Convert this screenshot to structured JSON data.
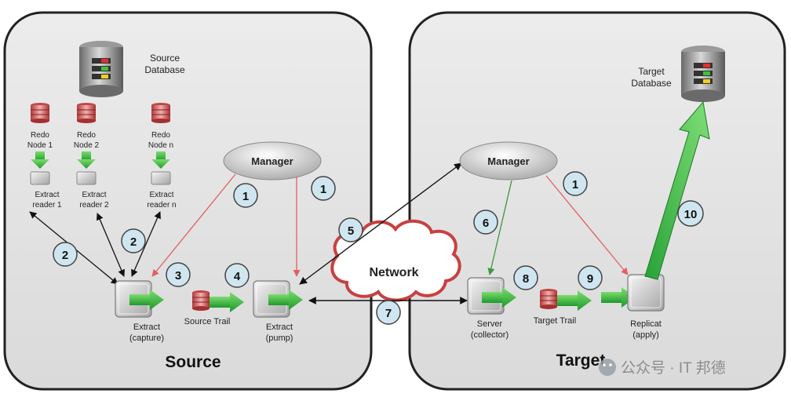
{
  "source": {
    "title": "Source",
    "database_label": [
      "Source",
      "Database"
    ],
    "redo_nodes": [
      {
        "label": [
          "Redo",
          "Node 1"
        ],
        "reader": [
          "Extract",
          "reader 1"
        ]
      },
      {
        "label": [
          "Redo",
          "Node 2"
        ],
        "reader": [
          "Extract",
          "reader 2"
        ]
      },
      {
        "label": [
          "Redo",
          "Node n"
        ],
        "reader": [
          "Extract",
          "reader n"
        ]
      }
    ],
    "manager_label": "Manager",
    "extract_capture": [
      "Extract",
      "(capture)"
    ],
    "source_trail": "Source Trail",
    "extract_pump": [
      "Extract",
      "(pump)"
    ]
  },
  "network_label": "Network",
  "target": {
    "title": "Target",
    "database_label": [
      "Target",
      "Database"
    ],
    "manager_label": "Manager",
    "server": [
      "Server",
      "(collector)"
    ],
    "target_trail": "Target Trail",
    "replicat": [
      "Replicat",
      "(apply)"
    ]
  },
  "steps": {
    "s2a": "2",
    "s2b": "2",
    "s1a": "1",
    "s1b": "1",
    "s3": "3",
    "s4": "4",
    "s5": "5",
    "s6": "6",
    "s7": "7",
    "s8": "8",
    "s9": "9",
    "s1c": "1",
    "s10": "10"
  },
  "watermark": "公众号 · IT 邦德",
  "colors": {
    "panel_fill": "#e4e4e4",
    "panel_stroke": "#222222",
    "flow_green": "#3db33d",
    "red_arrow": "#e06060",
    "green_line": "#3a9a3a",
    "step_circle": "#cfe6f0",
    "network_stroke": "#c84040"
  }
}
